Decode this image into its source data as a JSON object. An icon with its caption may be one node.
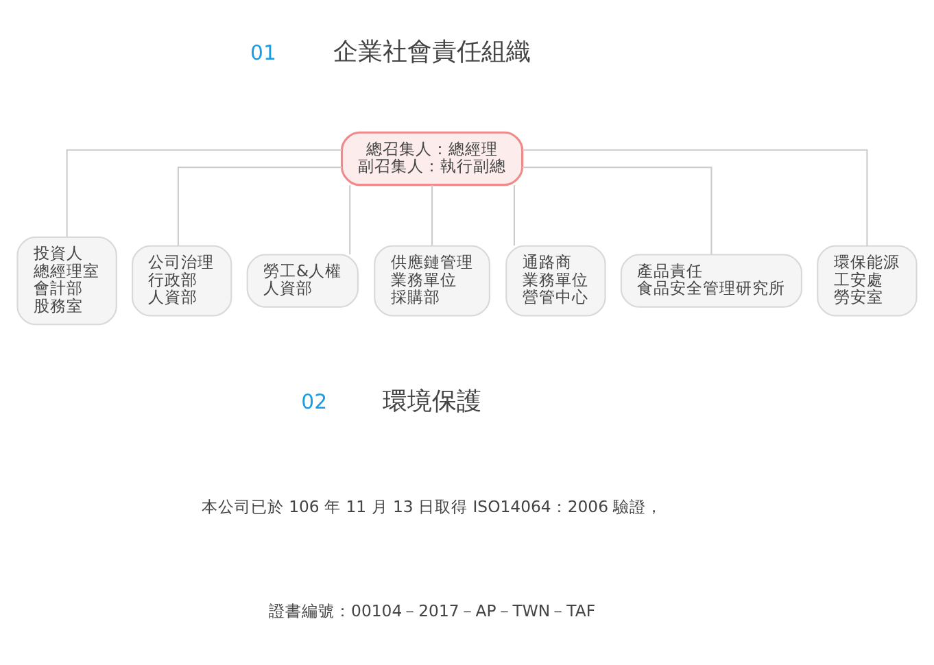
{
  "diagram": {
    "nodes": [
      {
        "text": [
          "總召集人：總經理",
          "副召集人：執行副總"
        ]
      },
      {
        "text": [
          "投資人",
          "總經理室",
          "會計部",
          "股務室"
        ]
      },
      {
        "text": [
          "公司治理",
          "行政部",
          "人資部"
        ]
      },
      {
        "text": [
          "勞工&人權",
          "人資部"
        ]
      },
      {
        "text": [
          "供應鏈管理",
          "業務單位",
          "採購部"
        ]
      },
      {
        "text": [
          "通路商",
          "業務單位",
          "營管中心"
        ]
      },
      {
        "text": [
          "產品責任",
          "食品安全管理研究所"
        ]
      },
      {
        "text": [
          "環保能源",
          "工安處",
          "勞安室"
        ]
      }
    ],
    "edges": [
      {
        "from": 0,
        "to": 1,
        "arrow": "none"
      },
      {
        "from": 0,
        "to": 2,
        "arrow": "none"
      },
      {
        "from": 0,
        "to": 3,
        "arrow": "none"
      },
      {
        "from": 0,
        "to": 4,
        "arrow": "none"
      },
      {
        "from": 0,
        "to": 5,
        "arrow": "none"
      },
      {
        "from": 0,
        "to": 6,
        "arrow": "none"
      },
      {
        "from": 0,
        "to": 7,
        "arrow": "none"
      }
    ],
    "labels": [
      "01",
      "企業社會責任組織",
      "02",
      "環境保護",
      "本公司已於 106 年 11 月 13 日取得 ISO14064：2006 驗證，",
      "證書編號：00104－2017－AP－TWN－TAF"
    ]
  }
}
